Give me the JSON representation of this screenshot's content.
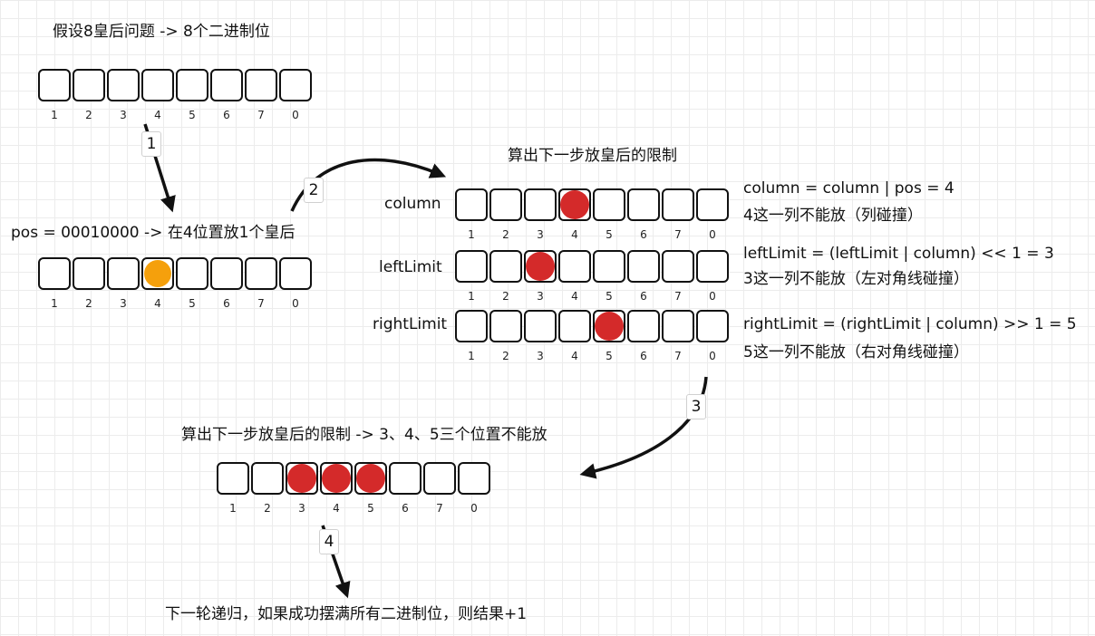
{
  "texts": {
    "title_top": "假设8皇后问题 -> 8个二进制位",
    "pos_line": "pos = 00010000 -> 在4位置放1个皇后",
    "limit_title": "算出下一步放皇后的限制",
    "label_column": "column",
    "label_left": "leftLimit",
    "label_right": "rightLimit",
    "col_formula": "column = column | pos = 4",
    "col_note": "4这一列不能放（列碰撞）",
    "left_formula": "leftLimit = (leftLimit | column) << 1 = 3",
    "left_note": "3这一列不能放（左对角线碰撞）",
    "right_formula": "rightLimit = (rightLimit | column) >> 1 = 5",
    "right_note": "5这一列不能放（右对角线碰撞）",
    "result_title": "算出下一步放皇后的限制 -> 3、4、5三个位置不能放",
    "bottom_line": "下一轮递归，如果成功摆满所有二进制位，则结果+1"
  },
  "steps": [
    "1",
    "2",
    "3",
    "4"
  ],
  "bit_labels": [
    "1",
    "2",
    "3",
    "4",
    "5",
    "6",
    "7",
    "0"
  ],
  "colors": {
    "queen": "#f5a00c",
    "blocked": "#d42a2a"
  },
  "rows": [
    {
      "id": "initial",
      "marks": []
    },
    {
      "id": "pos",
      "marks": [
        {
          "index": 3,
          "kind": "queen"
        }
      ]
    },
    {
      "id": "column",
      "marks": [
        {
          "index": 3,
          "kind": "blocked"
        }
      ]
    },
    {
      "id": "leftLimit",
      "marks": [
        {
          "index": 2,
          "kind": "blocked"
        }
      ]
    },
    {
      "id": "rightLimit",
      "marks": [
        {
          "index": 4,
          "kind": "blocked"
        }
      ]
    },
    {
      "id": "combined",
      "marks": [
        {
          "index": 2,
          "kind": "blocked"
        },
        {
          "index": 3,
          "kind": "blocked"
        },
        {
          "index": 4,
          "kind": "blocked"
        }
      ]
    }
  ]
}
